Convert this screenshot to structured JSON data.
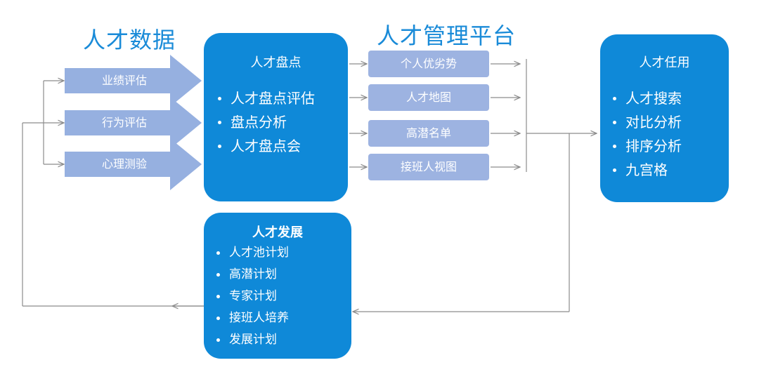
{
  "colors": {
    "heading": "#1a8bd8",
    "panel": "#0f89d8",
    "input_arrow": "#96b0e0",
    "output_box": "#9db3e1",
    "connector": "#8c8c8c"
  },
  "data_section": {
    "title": "人才数据",
    "items": [
      "业绩评估",
      "行为评估",
      "心理测验"
    ]
  },
  "platform": {
    "title": "人才管理平台",
    "inventory": {
      "title": "人才盘点",
      "items": [
        "人才盘点评估",
        "盘点分析",
        "人才盘点会"
      ]
    },
    "outputs": [
      "个人优劣势",
      "人才地图",
      "高潜名单",
      "接班人视图"
    ]
  },
  "usage": {
    "title": "人才任用",
    "items": [
      "人才搜索",
      "对比分析",
      "排序分析",
      "九宫格"
    ]
  },
  "development": {
    "title": "人才发展",
    "items": [
      "人才池计划",
      "高潜计划",
      "专家计划",
      "接班人培养",
      "发展计划"
    ]
  }
}
